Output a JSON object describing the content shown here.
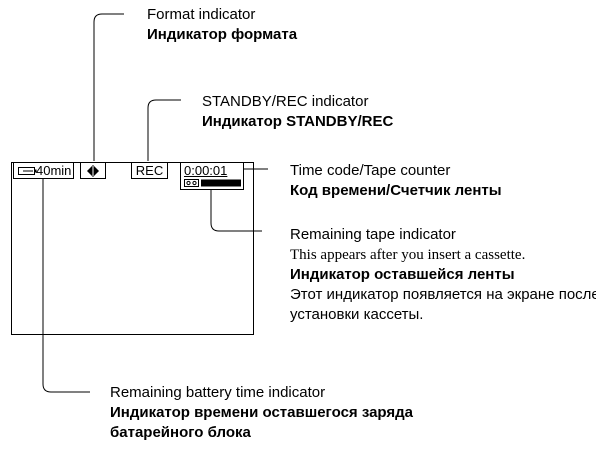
{
  "screen": {
    "battery_text": "40min",
    "format_icon": "format-icon",
    "rec_text": "REC",
    "timecode_text": "0:00:01",
    "tape_icon": "tape-remaining-icon"
  },
  "labels": {
    "format": {
      "en": "Format indicator",
      "ru": "Индикатор формата"
    },
    "standby": {
      "en": "STANDBY/REC indicator",
      "ru": "Индикатор STANDBY/REC"
    },
    "timecode": {
      "en": "Time code/Tape counter",
      "ru": "Код времени/Счетчик ленты"
    },
    "tape": {
      "en": "Remaining tape indicator",
      "en_note": "This appears after you insert a cassette.",
      "ru": "Индикатор оставшейся ленты",
      "ru_note_1": "Этот индикатор появляется на экране после",
      "ru_note_2": "установки кассеты."
    },
    "battery": {
      "en": "Remaining battery time indicator",
      "ru_1": "Индикатор времени оставшегося заряда",
      "ru_2": "батарейного блока"
    }
  }
}
